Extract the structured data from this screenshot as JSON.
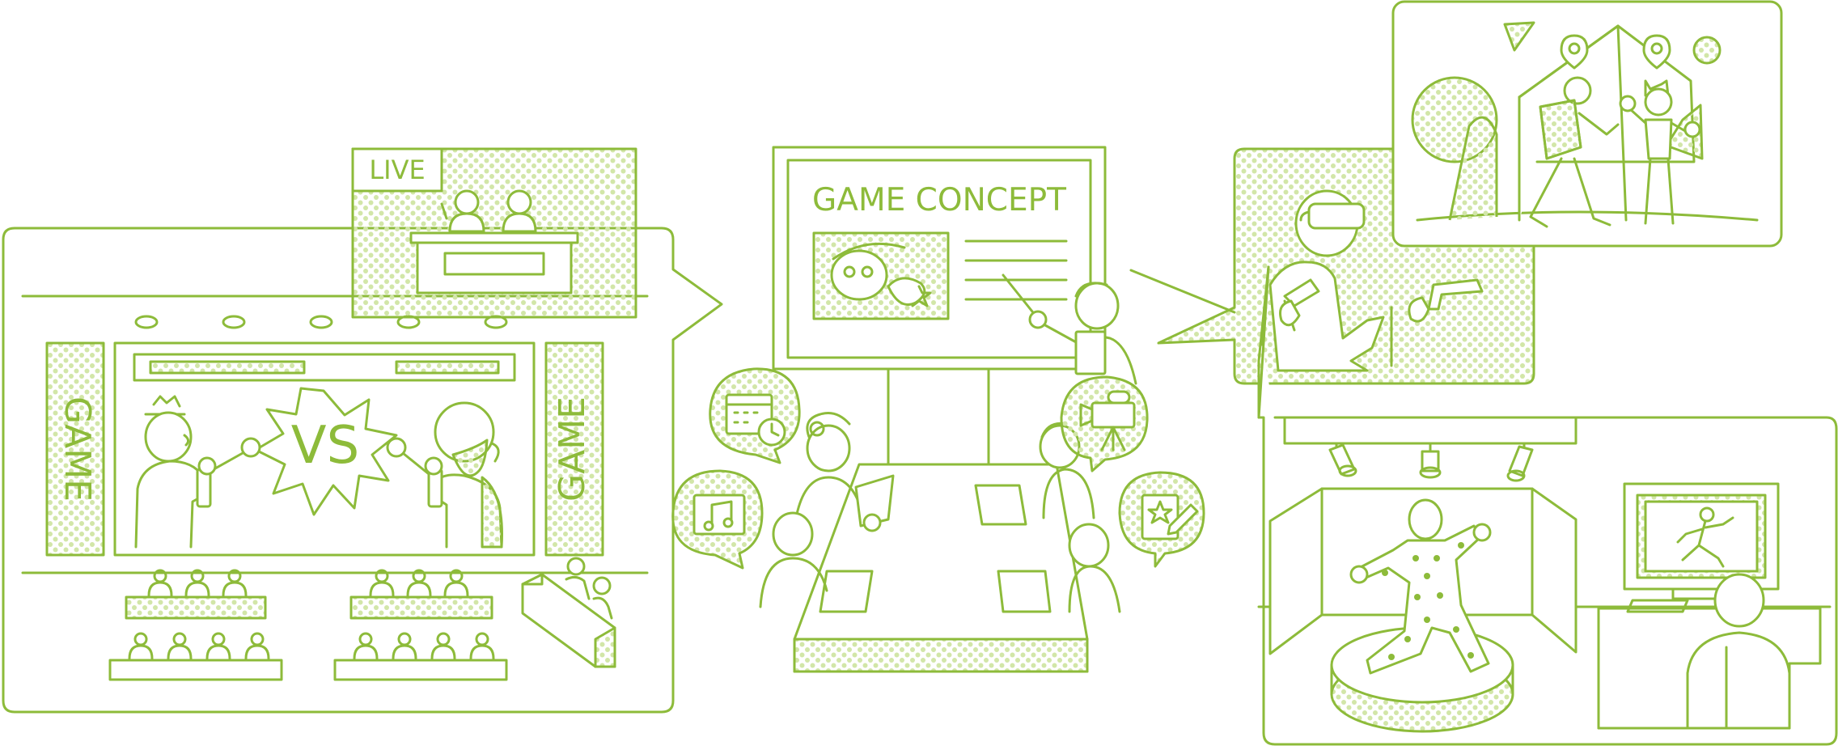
{
  "labels": {
    "live": "LIVE",
    "vs": "VS",
    "game_left": "GAME",
    "game_right": "GAME",
    "game_concept": "GAME CONCEPT"
  },
  "colors": {
    "line": "#8dbb3a",
    "dot_fill": "#d2e6a8",
    "background": "#ffffff"
  },
  "icons": [
    "calendar-clock-icon",
    "music-note-icon",
    "video-camera-icon",
    "star-pencil-icon",
    "vr-headset-icon",
    "spotlight-icon",
    "location-pin-icon"
  ]
}
